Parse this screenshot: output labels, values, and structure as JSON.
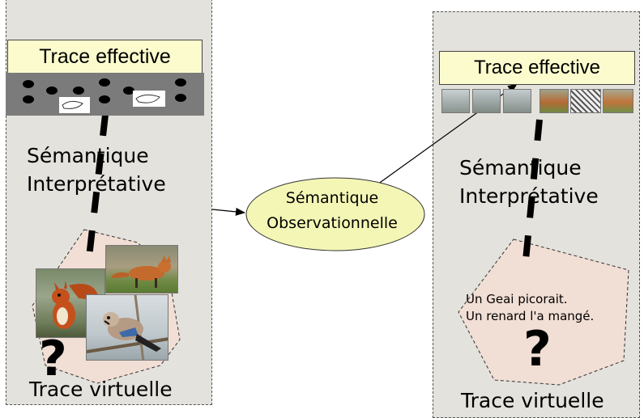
{
  "left_panel": {
    "effective_trace_label": "Trace effective",
    "semantics_line1": "Sémantique",
    "semantics_line2": "Interprétative",
    "virtual_trace_label": "Trace virtuelle",
    "question_mark": "?",
    "images": [
      "squirrel-photo",
      "fox-photo",
      "jay-photo"
    ]
  },
  "center": {
    "line1": "Sémantique",
    "line2": "Observationnelle"
  },
  "right_panel": {
    "effective_trace_label": "Trace effective",
    "semantics_line1": "Sémantique",
    "semantics_line2": "Interprétative",
    "sentence_line1": "Un Geai picorait.",
    "sentence_line2": "Un renard l'a mangé.",
    "question_mark": "?",
    "virtual_trace_label": "Trace virtuelle"
  },
  "colors": {
    "panel_bg": "#e3e2dc",
    "label_box_bg": "#fbfbcd",
    "ellipse_bg": "#f4f6b5",
    "virtual_shape_bg": "#f1ded4",
    "trace_strip": "#7b7b7b"
  }
}
